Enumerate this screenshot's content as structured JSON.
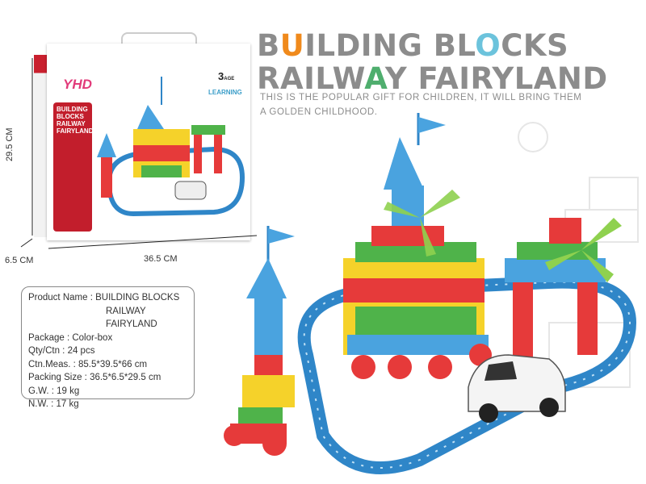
{
  "header": {
    "title_line1": [
      "B",
      "U",
      "ILDING BL",
      "O",
      "CKS"
    ],
    "title_line2": [
      "RAILW",
      "A",
      "Y FAIRYLAND"
    ],
    "subtitle_line1": "THIS IS THE POPULAR GIFT FOR CHILDREN, IT WILL BRING THEM",
    "subtitle_line2": "A GOLDEN CHILDHOOD."
  },
  "dimensions": {
    "height": "29.5 CM",
    "depth": "6.5 CM",
    "width": "36.5 CM"
  },
  "box": {
    "logo": "YHD",
    "title_lines": [
      "BUILDING",
      "BLOCKS",
      "RAILWAY",
      "FAIRYLAND"
    ],
    "age_number": "3",
    "age_label": "AGE",
    "learning": "LEARNING"
  },
  "info": {
    "product_name_label": "Product Name : BUILDING BLOCKS",
    "product_name_cont": "RAILWAY FAIRYLAND",
    "package": "Package : Color-box",
    "qty": "Qty/Ctn : 24 pcs",
    "ctn_meas": "Ctn.Meas. : 85.5*39.5*66 cm",
    "packing_size": "Packing Size : 36.5*6.5*29.5 cm",
    "gw": "G.W. : 19 kg",
    "nw": "N.W. : 17 kg"
  },
  "colors": {
    "title_gray": "#8c8c8c",
    "accent_orange": "#f08a1c",
    "accent_blue": "#6cc3dc",
    "accent_green": "#4fae6e",
    "track_blue": "#2f86c8",
    "box_red": "#c21e2c"
  }
}
